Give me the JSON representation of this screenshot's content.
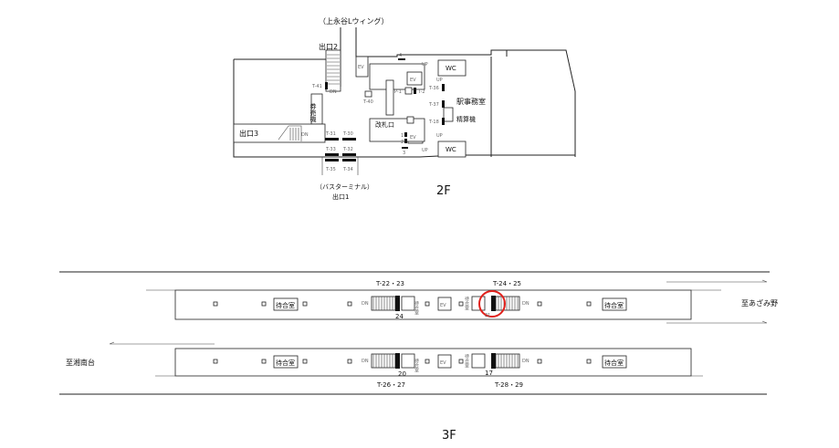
{
  "floor2": {
    "label": "2F",
    "top_label": "（上永谷Lウィング）",
    "exit2": "出口2",
    "exit3": "出口3",
    "bus_label": "（バスターミナル）",
    "exit1": "出口1",
    "ticket_machine": "券売機",
    "gate": "改札口",
    "office": "駅事務室",
    "fare_adjust": "精算機",
    "wc": "WC",
    "ev": "EV",
    "up": "UP",
    "dn": "DN",
    "p1": "P-1",
    "codes": [
      "T-41",
      "T-40",
      "T-2",
      "T-36",
      "T-37",
      "T-18",
      "T-31",
      "T-30",
      "T-33",
      "T-32",
      "T-35",
      "T-34",
      "4",
      "1",
      "2",
      "3"
    ]
  },
  "floor3": {
    "label": "3F",
    "waiting_room": "待合室",
    "ev": "EV",
    "dn": "DN",
    "to_azamino": "至あざみ野",
    "to_shonandai": "至湘南台",
    "codes": [
      "T-22・23",
      "24",
      "T-24・25",
      "21",
      "T-26・27",
      "20",
      "T-28・29",
      "17"
    ]
  },
  "highlight_color": "#e0201b"
}
